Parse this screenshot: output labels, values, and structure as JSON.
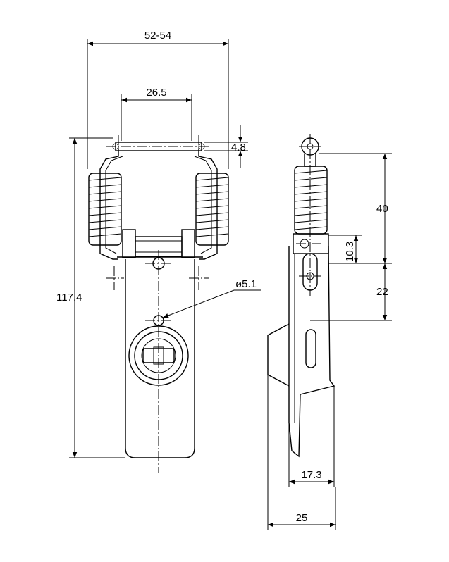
{
  "dimensions": {
    "overall_width": "52-54",
    "spring_spacing": "26.5",
    "pin_diameter": "4.8",
    "overall_length": "117.4",
    "hole_diameter": "ø5.1",
    "side_height": "40",
    "side_offset": "10.3",
    "side_lower": "22",
    "side_depth": "17.3",
    "side_total_depth": "25"
  },
  "colors": {
    "line": "#000000",
    "background": "#ffffff"
  }
}
